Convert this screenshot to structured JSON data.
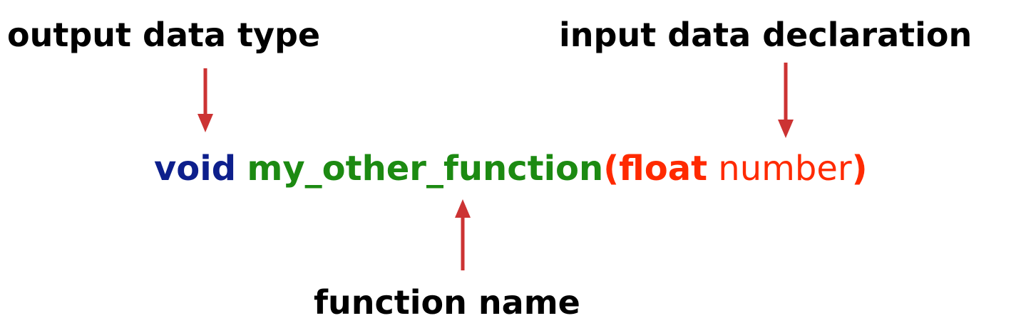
{
  "labels": {
    "output_data_type": "output data type",
    "input_data_declaration": "input data declaration",
    "function_name": "function name"
  },
  "code": {
    "return_type": "void",
    "space_1": " ",
    "function_name": "my_other_function",
    "open_paren": "(",
    "param_type": "float",
    "space_2": " ",
    "param_name": "number",
    "close_paren": ")"
  },
  "colors": {
    "return_type": "#0d1f8c",
    "function_name": "#1c8a12",
    "parameters": "#ff2a00",
    "arrow": "#cc3333",
    "label": "#000000"
  }
}
